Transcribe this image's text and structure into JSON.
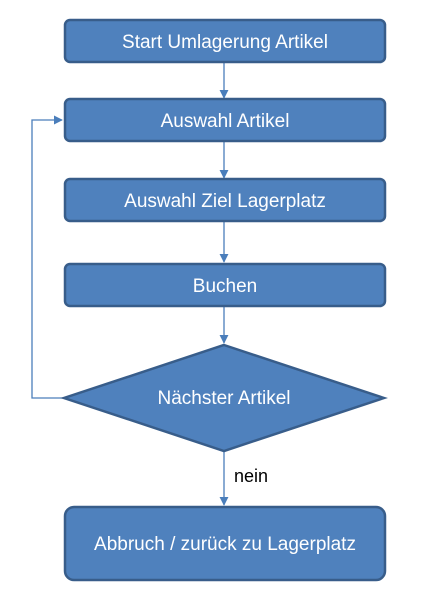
{
  "diagram": {
    "nodes": {
      "start": {
        "label": "Start Umlagerung Artikel"
      },
      "select_article": {
        "label": "Auswahl Artikel"
      },
      "select_target": {
        "label": "Auswahl Ziel Lagerplatz"
      },
      "book": {
        "label": "Buchen"
      },
      "next_article": {
        "label": "Nächster Artikel"
      },
      "abort": {
        "label": "Abbruch / zurück zu Lagerplatz"
      }
    },
    "edges": {
      "no_label": "nein"
    },
    "colors": {
      "fill": "#4f81bd",
      "stroke": "#385d8a",
      "connector": "#4a7ebb",
      "text": "#ffffff"
    }
  }
}
